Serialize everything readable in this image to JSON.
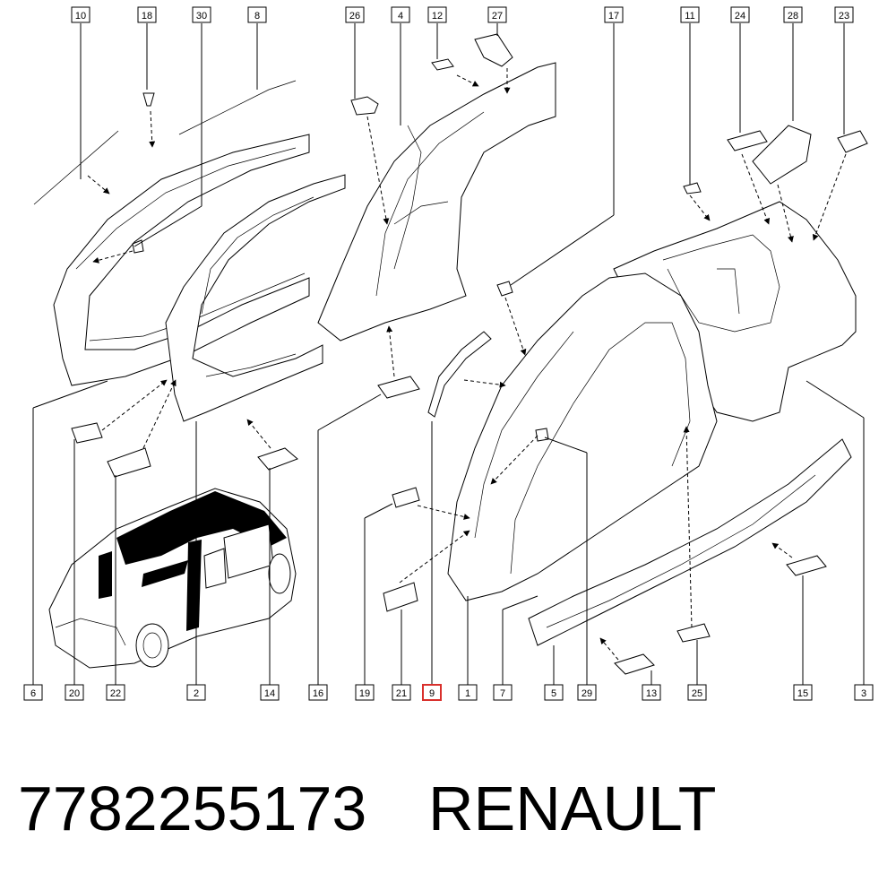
{
  "callouts_top": [
    "10",
    "18",
    "30",
    "8",
    "26",
    "4",
    "12",
    "27",
    "17",
    "11",
    "24",
    "28",
    "23"
  ],
  "callouts_bottom": [
    "6",
    "20",
    "22",
    "2",
    "14",
    "16",
    "19",
    "21",
    "9",
    "1",
    "7",
    "5",
    "29",
    "13",
    "25",
    "15",
    "3"
  ],
  "highlighted_callout": "9",
  "highlight_color": "#d9302c",
  "part_number": "7782255173",
  "brand": "RENAULT"
}
